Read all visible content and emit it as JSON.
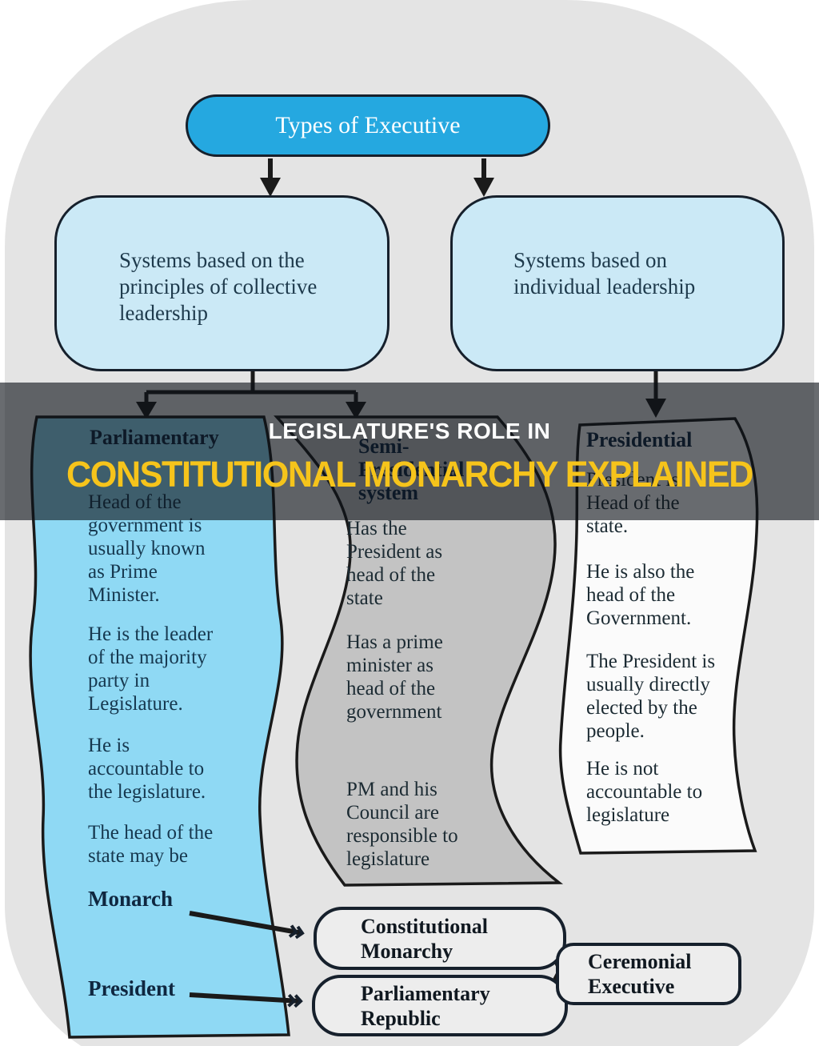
{
  "page": {
    "background_outer": "#ffffff",
    "background_blob": "#e4e4e4"
  },
  "root": {
    "label": "Types of Executive",
    "fill": "#25a8e0"
  },
  "branches": [
    {
      "label": "Systems based on the\nprinciples of collective\nleadership",
      "fill": "#cbe9f6"
    },
    {
      "label": "Systems based on\nindividual leadership",
      "fill": "#cbe9f6"
    }
  ],
  "ribbons": [
    {
      "title": "Parliamentary",
      "fill": "#8fd9f4",
      "paragraphs": [
        "Head of the\ngovernment is\nusually known\nas Prime\nMinister.",
        "He is the leader\nof the majority\nparty in\nLegislature.",
        "He is\naccountable to\nthe legislature.",
        "The head of the\nstate may be"
      ],
      "monarch_label": "Monarch",
      "president_label": "President"
    },
    {
      "title": "Semi-\nPresidential\nsystem",
      "fill": "#c3c3c3",
      "paragraphs": [
        "Has the\nPresident as\nhead of the\nstate",
        "Has a prime\nminister as\nhead of the\ngovernment",
        "PM and his\nCouncil are\nresponsible to\nlegislature"
      ]
    },
    {
      "title": "Presidential",
      "fill": "#fbfbfb",
      "paragraphs": [
        "President is\nHead of the\nstate.",
        "He is also the\nhead of the\nGovernment.",
        "The President is\nusually directly\nelected by the\npeople.",
        "He is not\naccountable to\nlegislature"
      ]
    }
  ],
  "banner": {
    "line1": "LEGISLATURE'S ROLE IN",
    "line2": "CONSTITUTIONAL MONARCHY EXPLAINED",
    "line1_color": "#ffffff",
    "line2_color": "#f6c41b",
    "overlay_color": "rgba(13,17,24,0.62)"
  },
  "outcomes": [
    {
      "label": "Constitutional\nMonarchy"
    },
    {
      "label": "Parliamentary\nRepublic"
    },
    {
      "label": "Ceremonial\nExecutive"
    }
  ]
}
